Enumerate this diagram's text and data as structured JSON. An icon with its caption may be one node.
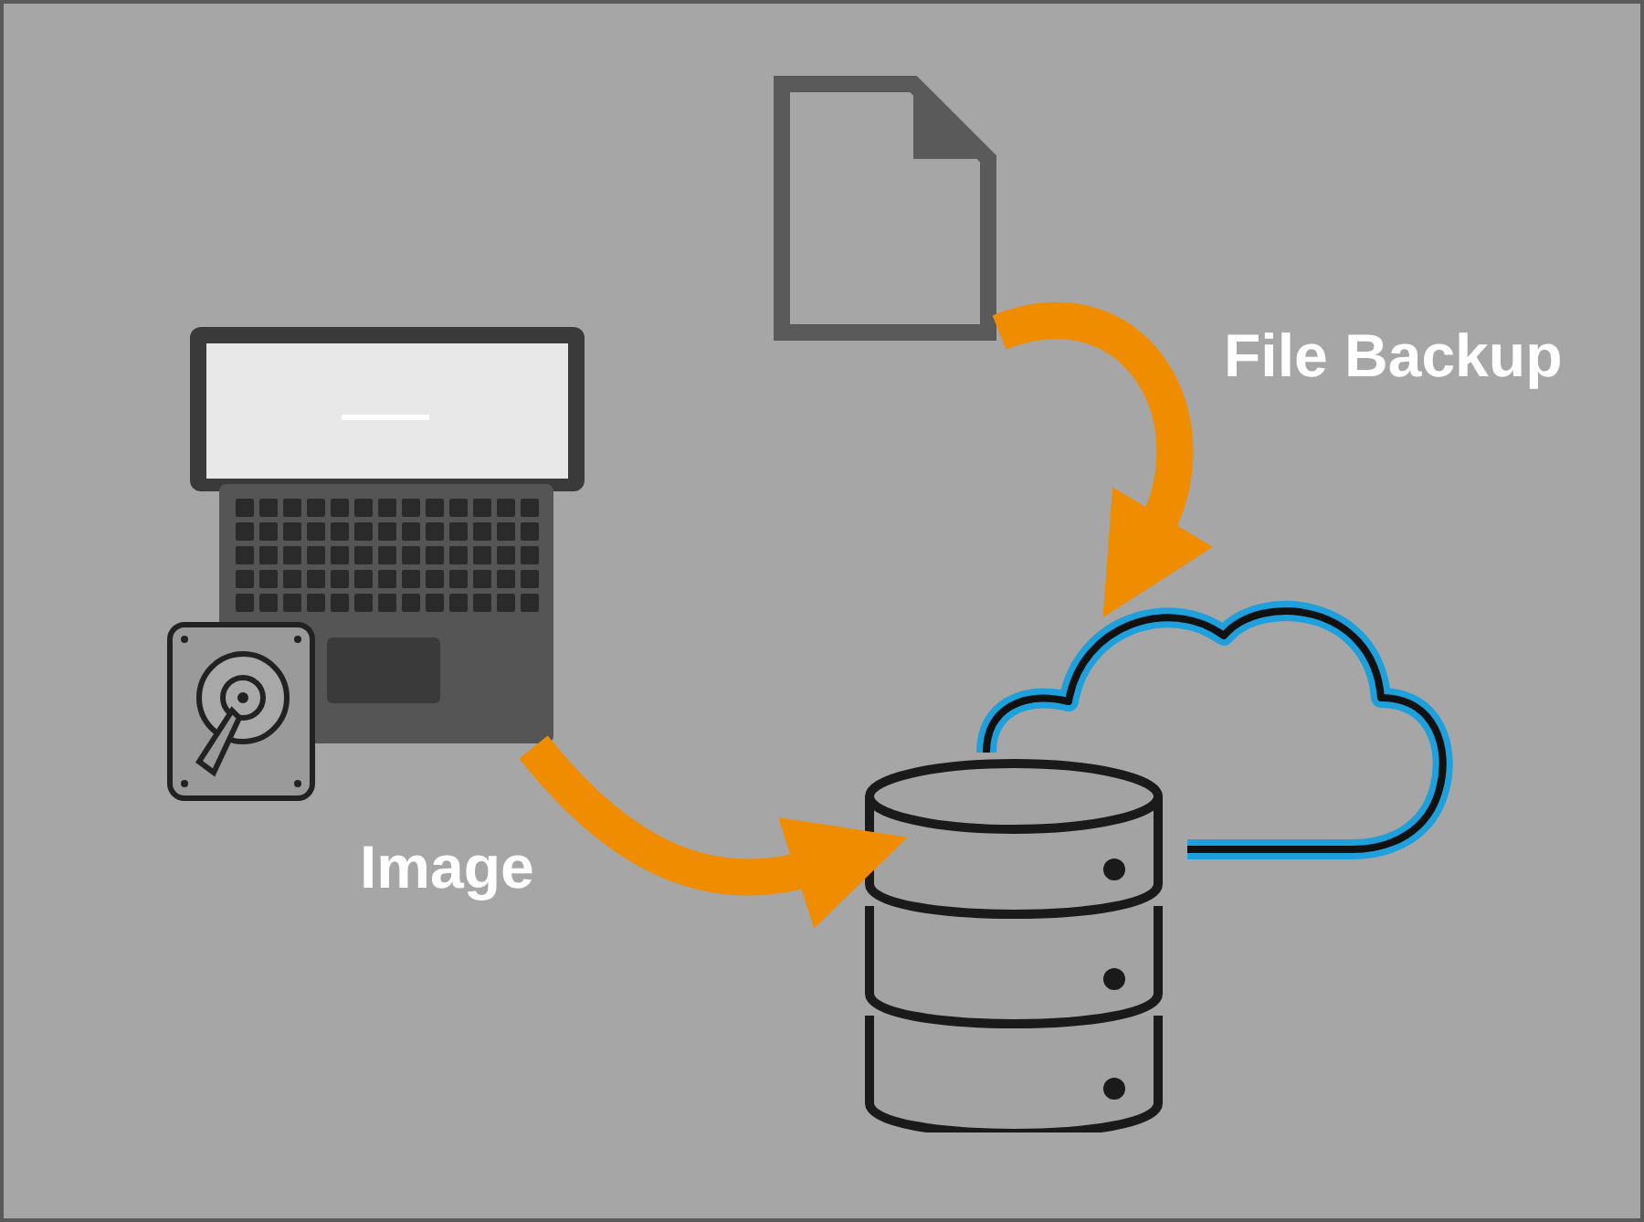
{
  "diagram": {
    "nodes": [
      {
        "text": [],
        "shape": "picture"
      },
      {
        "text": [],
        "shape": "picture"
      },
      {
        "text": [],
        "shape": "cylinder"
      },
      {
        "text": [],
        "shape": "cloud"
      }
    ],
    "edges": [
      {
        "from": 0,
        "to": 3,
        "arrow": "to",
        "label": "File Backup"
      },
      {
        "from": 1,
        "to": 2,
        "arrow": "to",
        "label": "Image"
      }
    ]
  }
}
